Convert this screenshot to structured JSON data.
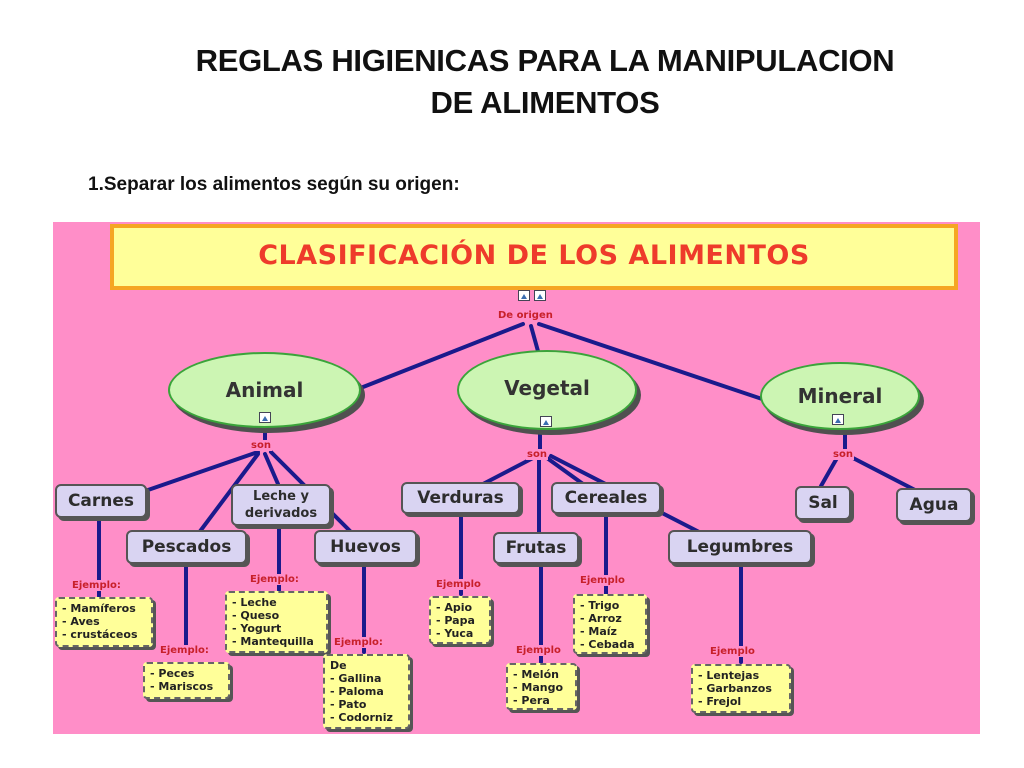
{
  "slide": {
    "title_line1": "REGLAS HIGIENICAS PARA LA MANIPULACION",
    "title_line2": "DE ALIMENTOS",
    "subtitle": "1.Separar los alimentos según su origen:"
  },
  "diagram": {
    "banner_title": "CLASIFICACIÓN DE LOS ALIMENTOS",
    "root_label": "De origen",
    "son_label": "son",
    "categories": {
      "animal": "Animal",
      "vegetal": "Vegetal",
      "mineral": "Mineral"
    },
    "nodes": {
      "carnes": "Carnes",
      "pescados": "Pescados",
      "leche_line1": "Leche y",
      "leche_line2": "derivados",
      "huevos": "Huevos",
      "verduras": "Verduras",
      "frutas": "Frutas",
      "cereales": "Cereales",
      "legumbres": "Legumbres",
      "sal": "Sal",
      "agua": "Agua"
    },
    "example_labels": {
      "ejemplo_colon": "Ejemplo:",
      "ejemplo": "Ejemplo",
      "ejemplo_plain": "Ejemplo"
    },
    "examples": {
      "carnes": [
        "- Mamíferos",
        "- Aves",
        "- crustáceos"
      ],
      "pescados": [
        "- Peces",
        "- Mariscos"
      ],
      "leche": [
        "- Leche",
        "- Queso",
        "- Yogurt",
        "- Mantequilla"
      ],
      "huevos": [
        "De",
        "- Gallina",
        "- Paloma",
        "- Pato",
        "- Codorniz"
      ],
      "verduras": [
        "- Apio",
        "- Papa",
        "- Yuca"
      ],
      "frutas": [
        "- Melón",
        "- Mango",
        "- Pera"
      ],
      "cereales": [
        "- Trigo",
        "- Arroz",
        "- Maíz",
        "- Cebada"
      ],
      "legumbres": [
        "- Lentejas",
        "- Garbanzos",
        "- Frejol"
      ]
    },
    "colors": {
      "background": "#ff8ec8",
      "banner_fill": "#ffff99",
      "banner_border": "#f5a623",
      "banner_text": "#ee3b2b",
      "ellipse_fill": "#ccf5b3",
      "node_fill": "#d9d4f2",
      "connector": "#1a1a8c",
      "label_text": "#c8202a"
    }
  }
}
